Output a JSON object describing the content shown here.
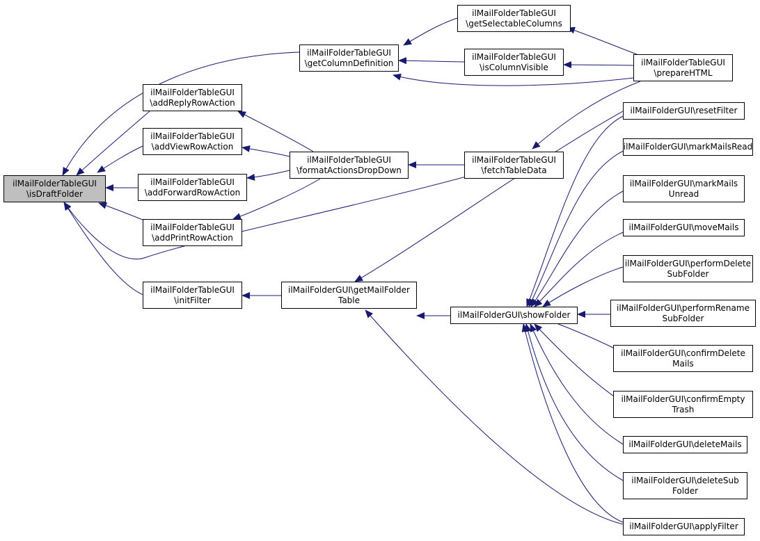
{
  "graph": {
    "edge_color": "#191970",
    "node_fill": "#ffffff",
    "root_fill": "#bfbfbf",
    "nodes": [
      {
        "id": "isDraftFolder",
        "lines": [
          "ilMailFolderTableGUI",
          "\\isDraftFolder"
        ],
        "root": true
      },
      {
        "id": "getColumnDefinition",
        "lines": [
          "ilMailFolderTableGUI",
          "\\getColumnDefinition"
        ]
      },
      {
        "id": "addReplyRowAction",
        "lines": [
          "ilMailFolderTableGUI",
          "\\addReplyRowAction"
        ]
      },
      {
        "id": "addViewRowAction",
        "lines": [
          "ilMailFolderTableGUI",
          "\\addViewRowAction"
        ]
      },
      {
        "id": "addForwardRowAction",
        "lines": [
          "ilMailFolderTableGUI",
          "\\addForwardRowAction"
        ]
      },
      {
        "id": "addPrintRowAction",
        "lines": [
          "ilMailFolderTableGUI",
          "\\addPrintRowAction"
        ]
      },
      {
        "id": "initFilter",
        "lines": [
          "ilMailFolderTableGUI",
          "\\initFilter"
        ]
      },
      {
        "id": "formatActionsDropDown",
        "lines": [
          "ilMailFolderTableGUI",
          "\\formatActionsDropDown"
        ]
      },
      {
        "id": "getMailFolderTable",
        "lines": [
          "ilMailFolderGUI\\getMailFolder",
          "Table"
        ]
      },
      {
        "id": "getSelectableColumns",
        "lines": [
          "ilMailFolderTableGUI",
          "\\getSelectableColumns"
        ]
      },
      {
        "id": "isColumnVisible",
        "lines": [
          "ilMailFolderTableGUI",
          "\\isColumnVisible"
        ]
      },
      {
        "id": "fetchTableData",
        "lines": [
          "ilMailFolderTableGUI",
          "\\fetchTableData"
        ]
      },
      {
        "id": "showFolder",
        "lines": [
          "ilMailFolderGUI\\showFolder"
        ]
      },
      {
        "id": "prepareHTML",
        "lines": [
          "ilMailFolderTableGUI",
          "\\prepareHTML"
        ]
      },
      {
        "id": "resetFilter",
        "lines": [
          "ilMailFolderGUI\\resetFilter"
        ]
      },
      {
        "id": "markMailsRead",
        "lines": [
          "ilMailFolderGUI\\markMailsRead"
        ]
      },
      {
        "id": "markMailsUnread",
        "lines": [
          "ilMailFolderGUI\\markMails",
          "Unread"
        ]
      },
      {
        "id": "moveMails",
        "lines": [
          "ilMailFolderGUI\\moveMails"
        ]
      },
      {
        "id": "performDeleteSubFolder",
        "lines": [
          "ilMailFolderGUI\\performDelete",
          "SubFolder"
        ]
      },
      {
        "id": "performRenameSubFolder",
        "lines": [
          "ilMailFolderGUI\\performRename",
          "SubFolder"
        ]
      },
      {
        "id": "confirmDeleteMails",
        "lines": [
          "ilMailFolderGUI\\confirmDelete",
          "Mails"
        ]
      },
      {
        "id": "confirmEmptyTrash",
        "lines": [
          "ilMailFolderGUI\\confirmEmpty",
          "Trash"
        ]
      },
      {
        "id": "deleteMails",
        "lines": [
          "ilMailFolderGUI\\deleteMails"
        ]
      },
      {
        "id": "deleteSubFolder",
        "lines": [
          "ilMailFolderGUI\\deleteSub",
          "Folder"
        ]
      },
      {
        "id": "applyFilter",
        "lines": [
          "ilMailFolderGUI\\applyFilter"
        ]
      }
    ],
    "edges": [
      {
        "from": "getColumnDefinition",
        "to": "isDraftFolder"
      },
      {
        "from": "addReplyRowAction",
        "to": "isDraftFolder"
      },
      {
        "from": "addViewRowAction",
        "to": "isDraftFolder"
      },
      {
        "from": "addForwardRowAction",
        "to": "isDraftFolder"
      },
      {
        "from": "addPrintRowAction",
        "to": "isDraftFolder"
      },
      {
        "from": "fetchTableData",
        "to": "isDraftFolder"
      },
      {
        "from": "initFilter",
        "to": "isDraftFolder"
      },
      {
        "from": "formatActionsDropDown",
        "to": "addReplyRowAction"
      },
      {
        "from": "formatActionsDropDown",
        "to": "addViewRowAction"
      },
      {
        "from": "formatActionsDropDown",
        "to": "addForwardRowAction"
      },
      {
        "from": "formatActionsDropDown",
        "to": "addPrintRowAction"
      },
      {
        "from": "fetchTableData",
        "to": "formatActionsDropDown"
      },
      {
        "from": "getSelectableColumns",
        "to": "getColumnDefinition"
      },
      {
        "from": "isColumnVisible",
        "to": "getColumnDefinition"
      },
      {
        "from": "prepareHTML",
        "to": "getColumnDefinition"
      },
      {
        "from": "prepareHTML",
        "to": "getSelectableColumns"
      },
      {
        "from": "prepareHTML",
        "to": "isColumnVisible"
      },
      {
        "from": "prepareHTML",
        "to": "fetchTableData"
      },
      {
        "from": "getMailFolderTable",
        "to": "initFilter"
      },
      {
        "from": "resetFilter",
        "to": "getMailFolderTable"
      },
      {
        "from": "applyFilter",
        "to": "getMailFolderTable"
      },
      {
        "from": "showFolder",
        "to": "getMailFolderTable"
      },
      {
        "from": "resetFilter",
        "to": "showFolder"
      },
      {
        "from": "markMailsRead",
        "to": "showFolder"
      },
      {
        "from": "markMailsUnread",
        "to": "showFolder"
      },
      {
        "from": "moveMails",
        "to": "showFolder"
      },
      {
        "from": "performDeleteSubFolder",
        "to": "showFolder"
      },
      {
        "from": "performRenameSubFolder",
        "to": "showFolder"
      },
      {
        "from": "confirmDeleteMails",
        "to": "showFolder"
      },
      {
        "from": "confirmEmptyTrash",
        "to": "showFolder"
      },
      {
        "from": "deleteMails",
        "to": "showFolder"
      },
      {
        "from": "deleteSubFolder",
        "to": "showFolder"
      },
      {
        "from": "applyFilter",
        "to": "showFolder"
      }
    ]
  }
}
